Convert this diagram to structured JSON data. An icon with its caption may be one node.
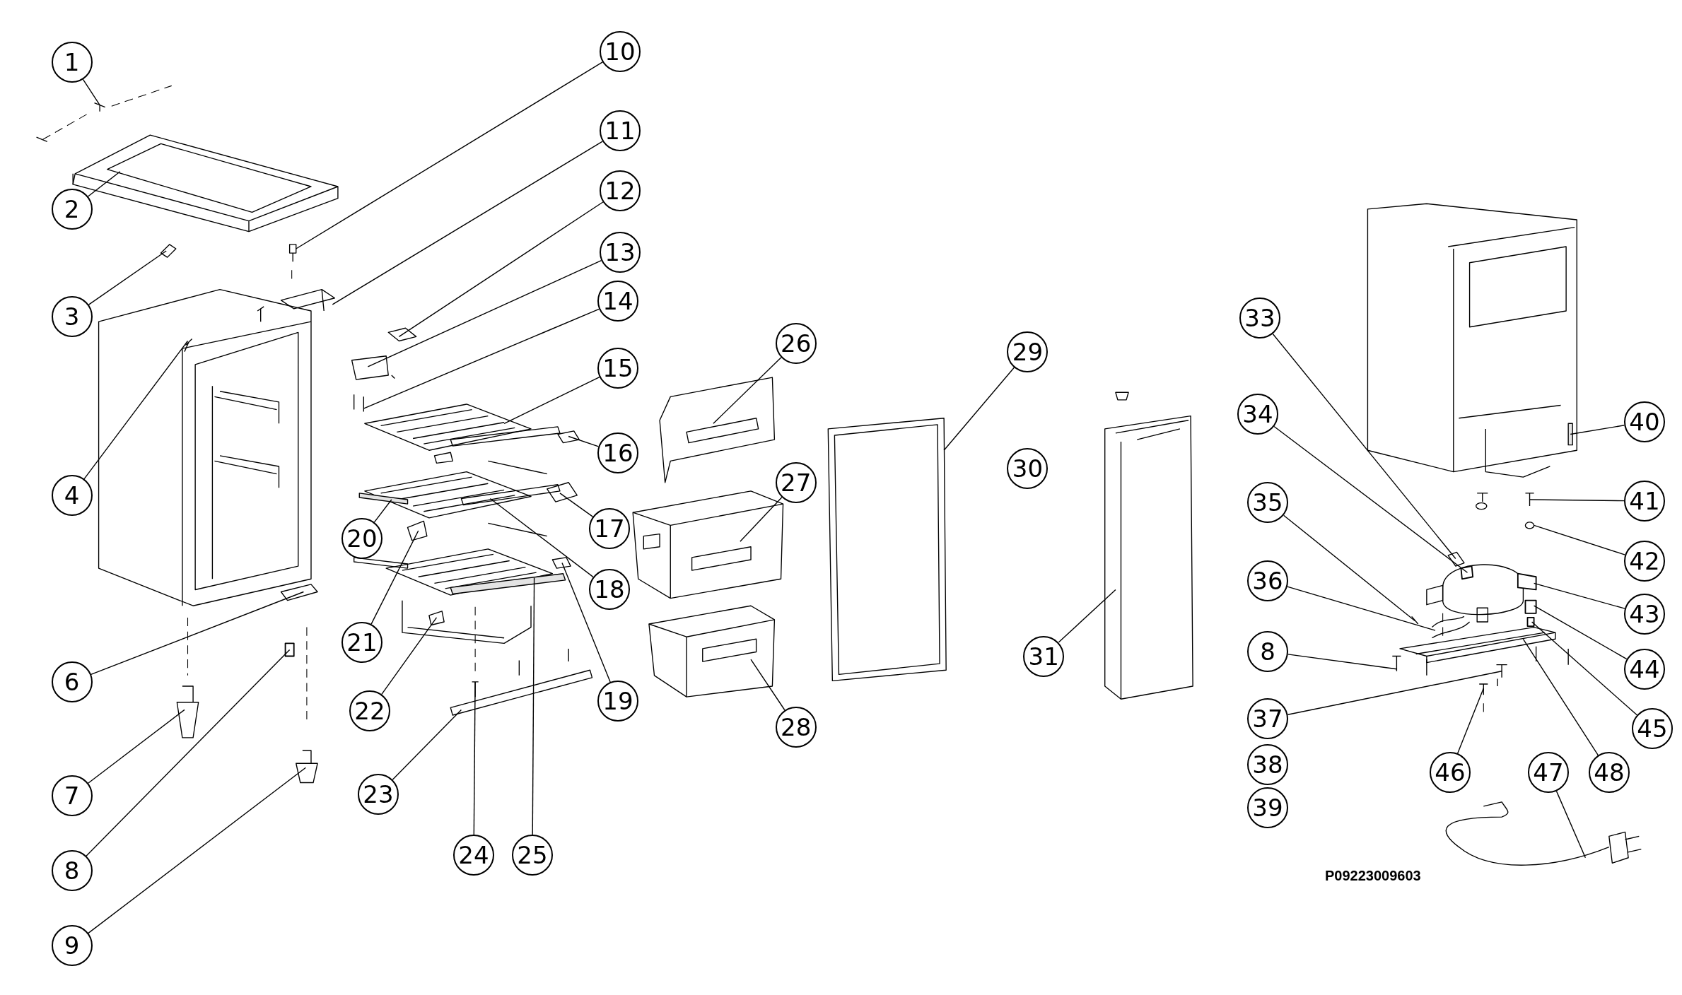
{
  "diagram": {
    "nodes": [
      {
        "text": [
          "1"
        ]
      },
      {
        "text": [
          "2"
        ]
      },
      {
        "text": [
          "3"
        ]
      },
      {
        "text": [
          "4"
        ]
      },
      {
        "text": [
          "6"
        ]
      },
      {
        "text": [
          "7"
        ]
      },
      {
        "text": [
          "8"
        ]
      },
      {
        "text": [
          "9"
        ]
      },
      {
        "text": [
          "10"
        ]
      },
      {
        "text": [
          "11"
        ]
      },
      {
        "text": [
          "12"
        ]
      },
      {
        "text": [
          "13"
        ]
      },
      {
        "text": [
          "14"
        ]
      },
      {
        "text": [
          "15"
        ]
      },
      {
        "text": [
          "16"
        ]
      },
      {
        "text": [
          "17"
        ]
      },
      {
        "text": [
          "18"
        ]
      },
      {
        "text": [
          "19"
        ]
      },
      {
        "text": [
          "20"
        ]
      },
      {
        "text": [
          "21"
        ]
      },
      {
        "text": [
          "22"
        ]
      },
      {
        "text": [
          "23"
        ]
      },
      {
        "text": [
          "24"
        ]
      },
      {
        "text": [
          "25"
        ]
      },
      {
        "text": [
          "26"
        ]
      },
      {
        "text": [
          "27"
        ]
      },
      {
        "text": [
          "28"
        ]
      },
      {
        "text": [
          "29"
        ]
      },
      {
        "text": [
          "30"
        ]
      },
      {
        "text": [
          "31"
        ]
      },
      {
        "text": [
          "33"
        ]
      },
      {
        "text": [
          "34"
        ]
      },
      {
        "text": [
          "35"
        ]
      },
      {
        "text": [
          "36"
        ]
      },
      {
        "text": [
          "8"
        ]
      },
      {
        "text": [
          "37"
        ]
      },
      {
        "text": [
          "38"
        ]
      },
      {
        "text": [
          "39"
        ]
      },
      {
        "text": [
          "40"
        ]
      },
      {
        "text": [
          "41"
        ]
      },
      {
        "text": [
          "42"
        ]
      },
      {
        "text": [
          "43"
        ]
      },
      {
        "text": [
          "44"
        ]
      },
      {
        "text": [
          "45"
        ]
      },
      {
        "text": [
          "46"
        ]
      },
      {
        "text": [
          "47"
        ]
      },
      {
        "text": [
          "48"
        ]
      },
      {
        "text": [],
        "shape": "picture"
      },
      {
        "text": [],
        "shape": "picture"
      },
      {
        "text": [],
        "shape": "picture"
      },
      {
        "text": [],
        "shape": "picture"
      },
      {
        "text": [],
        "shape": "picture"
      },
      {
        "text": [],
        "shape": "picture"
      },
      {
        "text": [],
        "shape": "box"
      },
      {
        "text": [],
        "shape": "picture"
      },
      {
        "text": [],
        "shape": "picture"
      },
      {
        "text": [],
        "shape": "picture"
      },
      {
        "text": [],
        "shape": "picture"
      },
      {
        "text": [],
        "shape": "picture"
      },
      {
        "text": [],
        "shape": "picture"
      },
      {
        "text": [],
        "shape": "picture"
      },
      {
        "text": [],
        "shape": "picture"
      },
      {
        "text": [],
        "shape": "picture"
      },
      {
        "text": [],
        "shape": "picture"
      },
      {
        "text": [],
        "shape": "picture"
      },
      {
        "text": [],
        "shape": "bar"
      },
      {
        "text": [],
        "shape": "picture"
      },
      {
        "text": [],
        "shape": "picture"
      },
      {
        "text": [],
        "shape": "picture"
      },
      {
        "text": [],
        "shape": "picture"
      },
      {
        "text": [],
        "shape": "bar"
      },
      {
        "text": [],
        "shape": "picture"
      },
      {
        "text": [],
        "shape": "picture"
      },
      {
        "text": [],
        "shape": "picture"
      },
      {
        "text": [],
        "shape": "picture"
      },
      {
        "text": [],
        "shape": "picture"
      },
      {
        "text": [],
        "shape": "picture"
      },
      {
        "text": [],
        "shape": "box"
      },
      {
        "text": [],
        "shape": "picture"
      },
      {
        "text": [],
        "shape": "picture"
      },
      {
        "text": [],
        "shape": "picture"
      },
      {
        "text": [],
        "shape": "picture"
      },
      {
        "text": [],
        "shape": "bar"
      },
      {
        "text": [],
        "shape": "picture"
      },
      {
        "text": [],
        "shape": "picture"
      },
      {
        "text": [],
        "shape": "box"
      },
      {
        "text": [],
        "shape": "box"
      },
      {
        "text": [],
        "shape": "box"
      },
      {
        "text": [],
        "shape": "picture"
      },
      {
        "text": [],
        "shape": "picture"
      },
      {
        "text": [],
        "shape": "picture"
      }
    ],
    "edges": [
      {
        "from": 0,
        "to": 47,
        "arrow": "none"
      },
      {
        "from": 1,
        "to": 48,
        "arrow": "none"
      },
      {
        "from": 2,
        "to": 49,
        "arrow": "none"
      },
      {
        "from": 3,
        "to": 50,
        "arrow": "none"
      },
      {
        "from": 4,
        "to": 51,
        "arrow": "none"
      },
      {
        "from": 5,
        "to": 52,
        "arrow": "none"
      },
      {
        "from": 6,
        "to": 53,
        "arrow": "none"
      },
      {
        "from": 7,
        "to": 54,
        "arrow": "none"
      },
      {
        "from": 8,
        "to": 55,
        "arrow": "none"
      },
      {
        "from": 9,
        "to": 56,
        "arrow": "none"
      },
      {
        "from": 10,
        "to": 57,
        "arrow": "none"
      },
      {
        "from": 11,
        "to": 58,
        "arrow": "none"
      },
      {
        "from": 12,
        "to": 59,
        "arrow": "none"
      },
      {
        "from": 13,
        "to": 60,
        "arrow": "none"
      },
      {
        "from": 14,
        "to": 61,
        "arrow": "none"
      },
      {
        "from": 15,
        "to": 62,
        "arrow": "none"
      },
      {
        "from": 16,
        "to": 63,
        "arrow": "none"
      },
      {
        "from": 17,
        "to": 64,
        "arrow": "none"
      },
      {
        "from": 18,
        "to": 65,
        "arrow": "none"
      },
      {
        "from": 19,
        "to": 66,
        "arrow": "none"
      },
      {
        "from": 20,
        "to": 67,
        "arrow": "none"
      },
      {
        "from": 21,
        "to": 68,
        "arrow": "none"
      },
      {
        "from": 22,
        "to": 69,
        "arrow": "none"
      },
      {
        "from": 23,
        "to": 70,
        "arrow": "none"
      },
      {
        "from": 24,
        "to": 71,
        "arrow": "none"
      },
      {
        "from": 25,
        "to": 72,
        "arrow": "none"
      },
      {
        "from": 26,
        "to": 73,
        "arrow": "none"
      },
      {
        "from": 27,
        "to": 74,
        "arrow": "none"
      },
      {
        "from": 29,
        "to": 75,
        "arrow": "none"
      },
      {
        "from": 30,
        "to": 76,
        "arrow": "none"
      },
      {
        "from": 31,
        "to": 77,
        "arrow": "none"
      },
      {
        "from": 32,
        "to": 78,
        "arrow": "none"
      },
      {
        "from": 33,
        "to": 79,
        "arrow": "none"
      },
      {
        "from": 34,
        "to": 80,
        "arrow": "none"
      },
      {
        "from": 35,
        "to": 81,
        "arrow": "none"
      },
      {
        "from": 38,
        "to": 82,
        "arrow": "none"
      },
      {
        "from": 39,
        "to": 83,
        "arrow": "none"
      },
      {
        "from": 40,
        "to": 84,
        "arrow": "none"
      },
      {
        "from": 41,
        "to": 85,
        "arrow": "none"
      },
      {
        "from": 42,
        "to": 86,
        "arrow": "none"
      },
      {
        "from": 43,
        "to": 87,
        "arrow": "none"
      },
      {
        "from": 44,
        "to": 88,
        "arrow": "none"
      },
      {
        "from": 45,
        "to": 89,
        "arrow": "none"
      },
      {
        "from": 46,
        "to": 90,
        "arrow": "none"
      }
    ],
    "labels": [
      "P09223009603"
    ]
  }
}
